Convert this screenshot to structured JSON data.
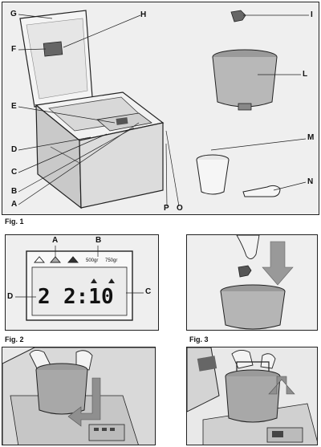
{
  "fig1": {
    "caption": "Fig. 1",
    "labels": {
      "G": "G",
      "H": "H",
      "F": "F",
      "I": "I",
      "L": "L",
      "E": "E",
      "D": "D",
      "C": "C",
      "B": "B",
      "A": "A",
      "P": "P",
      "O": "O",
      "M": "M",
      "N": "N"
    }
  },
  "fig2": {
    "caption": "Fig. 2",
    "labels": {
      "A": "A",
      "B": "B",
      "C": "C",
      "D": "D"
    },
    "display": {
      "weight_small": "500gr",
      "weight_large": "750gr",
      "program_number": "2",
      "time": "2:10"
    }
  },
  "fig3": {
    "caption": "Fig. 3"
  },
  "colors": {
    "line": "#222222",
    "panel_bg": "#efefef",
    "grey": "#9a9a9a",
    "dark": "#555555"
  },
  "icons": [
    "bread-maker",
    "kneading-paddle",
    "baking-pan",
    "measuring-cup",
    "measuring-spoon",
    "hand",
    "down-arrow",
    "up-arrow",
    "lcd-display"
  ]
}
